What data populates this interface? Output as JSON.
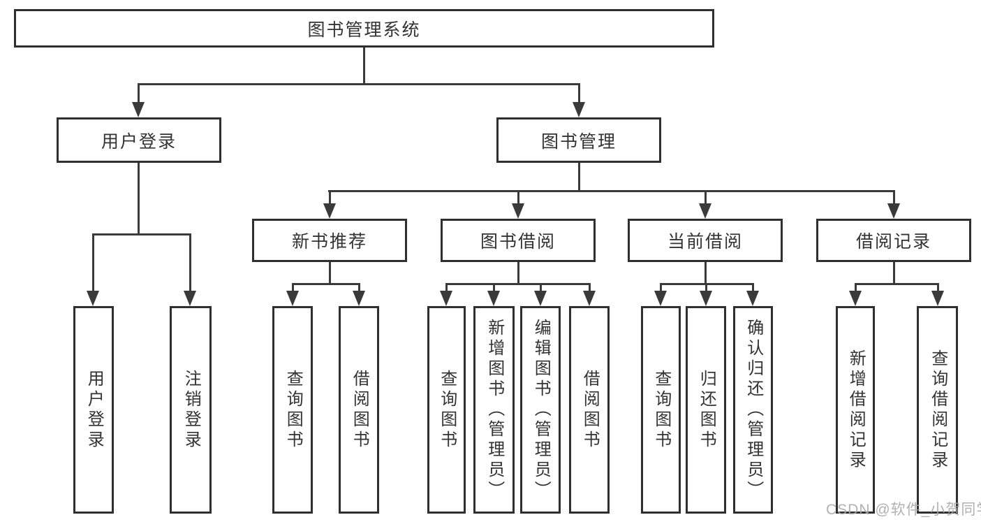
{
  "tree": {
    "root": {
      "label": "图书管理系统",
      "children": [
        {
          "label": "用户登录",
          "children": [
            {
              "label": "用户登录"
            },
            {
              "label": "注销登录"
            }
          ]
        },
        {
          "label": "图书管理",
          "children": [
            {
              "label": "新书推荐",
              "children": [
                {
                  "label": "查询图书"
                },
                {
                  "label": "借阅图书"
                }
              ]
            },
            {
              "label": "图书借阅",
              "children": [
                {
                  "label": "查询图书"
                },
                {
                  "label": "新增图书（管理员）"
                },
                {
                  "label": "编辑图书（管理员）"
                },
                {
                  "label": "借阅图书"
                }
              ]
            },
            {
              "label": "当前借阅",
              "children": [
                {
                  "label": "查询图书"
                },
                {
                  "label": "归还图书"
                },
                {
                  "label": "确认归还（管理员）"
                }
              ]
            },
            {
              "label": "借阅记录",
              "children": [
                {
                  "label": "新增借阅记录"
                },
                {
                  "label": "查询借阅记录"
                }
              ]
            }
          ]
        }
      ]
    }
  },
  "watermark": {
    "text": "CSDN @软件_小贺同学"
  },
  "colors": {
    "box_border": "#2f2f2f",
    "line": "#3a3a3a",
    "text": "#333333",
    "watermark": "#a8a8a8",
    "background": "#ffffff"
  }
}
